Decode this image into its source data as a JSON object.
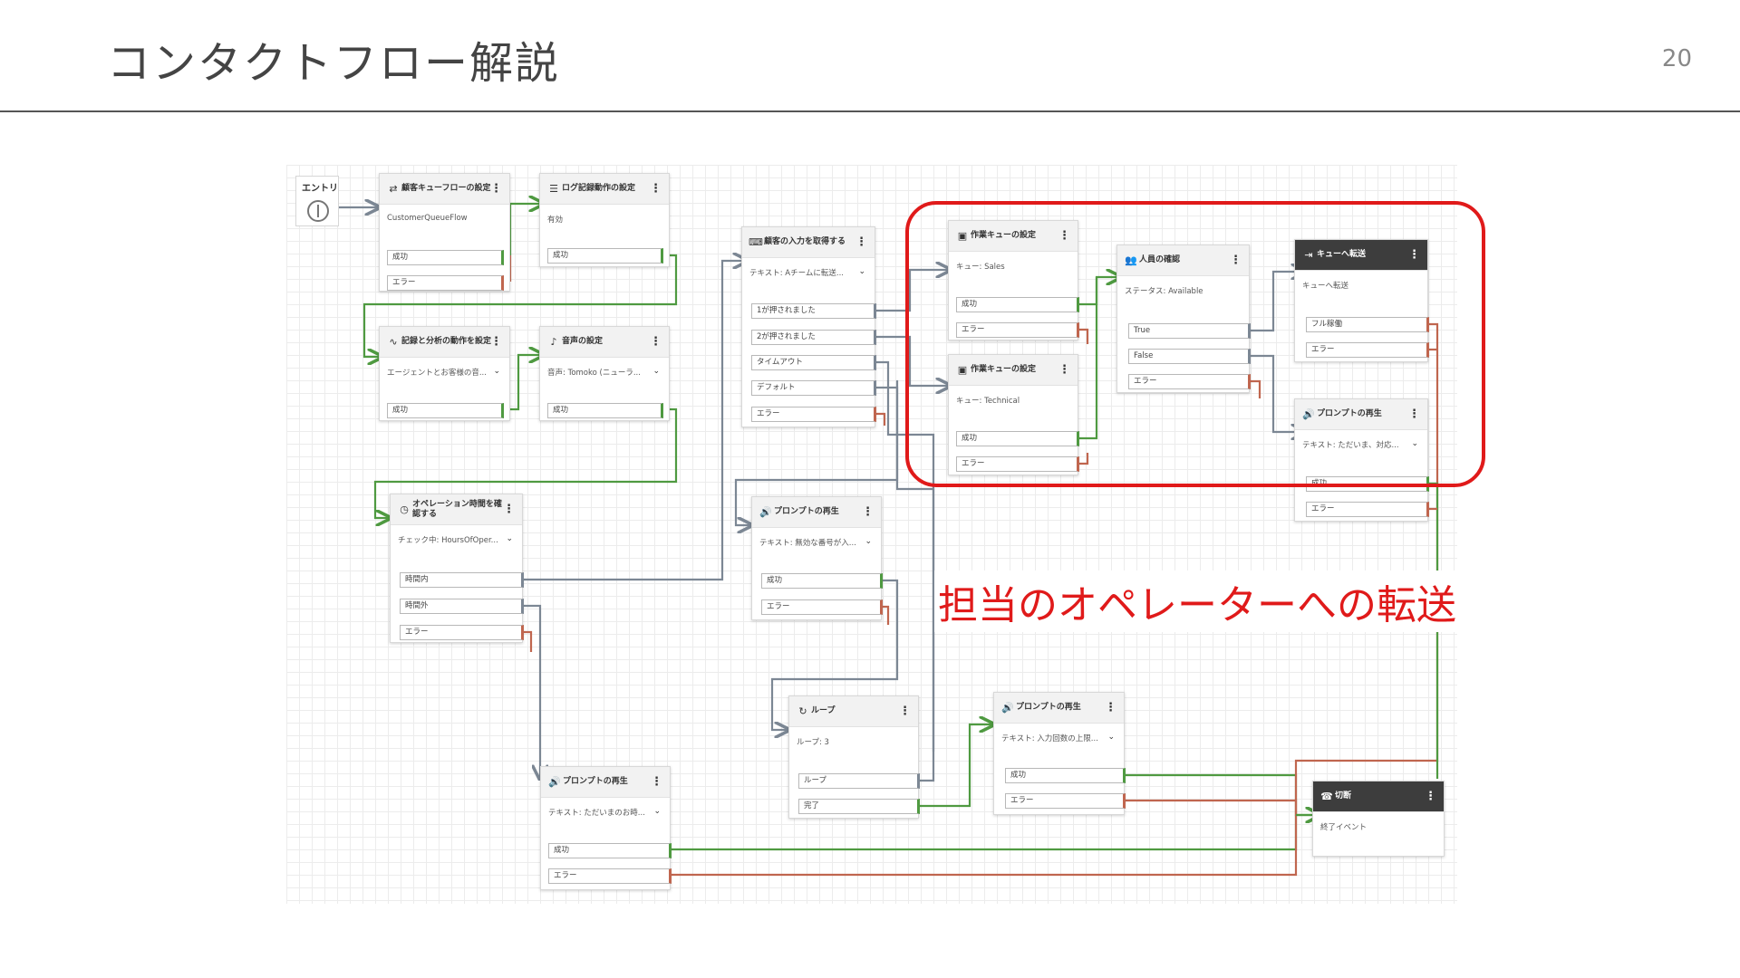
{
  "slide": {
    "title": "コンタクトフロー解説",
    "page_number": "20",
    "annotation": "担当のオペレーターへの転送"
  },
  "colors": {
    "success_wire": "#4f9a41",
    "error_wire": "#c0664f",
    "neutral_wire": "#7c8794",
    "highlight": "#e01a1a"
  },
  "entry": {
    "label": "エントリ"
  },
  "blocks": {
    "customer_queue_flow": {
      "title": "顧客キューフローの設定",
      "icon": "person-flow-icon",
      "param": "CustomerQueueFlow",
      "branches": [
        "成功",
        "エラー"
      ]
    },
    "logging": {
      "title": "ログ記録動作の設定",
      "icon": "log-icon",
      "param": "有効",
      "branches": [
        "成功"
      ]
    },
    "recording_analytics": {
      "title": "記録と分析の動作を設定",
      "icon": "analytics-icon",
      "param": "エージェントとお客様の音...",
      "branches": [
        "成功"
      ]
    },
    "voice": {
      "title": "音声の設定",
      "icon": "voice-icon",
      "param": "音声: Tomoko (ニューラ...",
      "branches": [
        "成功"
      ]
    },
    "hours_check": {
      "title": "オペレーション時間を確認する",
      "icon": "clock-icon",
      "param": "チェック中: HoursOfOper...",
      "branches": [
        "時間内",
        "時間外",
        "エラー"
      ]
    },
    "get_input": {
      "title": "顧客の入力を取得する",
      "icon": "input-icon",
      "param": "テキスト: Aチームに転送...",
      "branches": [
        "1が押されました",
        "2が押されました",
        "タイムアウト",
        "デフォルト",
        "エラー"
      ]
    },
    "prompt_invalid": {
      "title": "プロンプトの再生",
      "icon": "speaker-icon",
      "param": "テキスト: 無効な番号が入...",
      "branches": [
        "成功",
        "エラー"
      ]
    },
    "prompt_closed": {
      "title": "プロンプトの再生",
      "icon": "speaker-icon",
      "param": "テキスト: ただいまのお時...",
      "branches": [
        "成功",
        "エラー"
      ]
    },
    "loop": {
      "title": "ループ",
      "icon": "loop-icon",
      "param": "ループ: 3",
      "branches": [
        "ループ",
        "完了"
      ]
    },
    "prompt_limit": {
      "title": "プロンプトの再生",
      "icon": "speaker-icon",
      "param": "テキスト: 入力回数の上限...",
      "branches": [
        "成功",
        "エラー"
      ]
    },
    "queue_sales": {
      "title": "作業キューの設定",
      "icon": "queue-icon",
      "param": "キュー: Sales",
      "branches": [
        "成功",
        "エラー"
      ]
    },
    "queue_technical": {
      "title": "作業キューの設定",
      "icon": "queue-icon",
      "param": "キュー: Technical",
      "branches": [
        "成功",
        "エラー"
      ]
    },
    "staffing": {
      "title": "人員の確認",
      "icon": "staff-icon",
      "param": "ステータス: Available",
      "branches": [
        "True",
        "False",
        "エラー"
      ]
    },
    "transfer_queue": {
      "title": "キューへ転送",
      "icon": "transfer-icon",
      "param": "キューへ転送",
      "branches": [
        "フル稼働",
        "エラー"
      ]
    },
    "prompt_busy": {
      "title": "プロンプトの再生",
      "icon": "speaker-icon",
      "param": "テキスト: ただいま、対応...",
      "branches": [
        "成功",
        "エラー"
      ]
    },
    "disconnect": {
      "title": "切断",
      "icon": "hangup-icon",
      "param": "終了イベント",
      "branches": []
    }
  }
}
